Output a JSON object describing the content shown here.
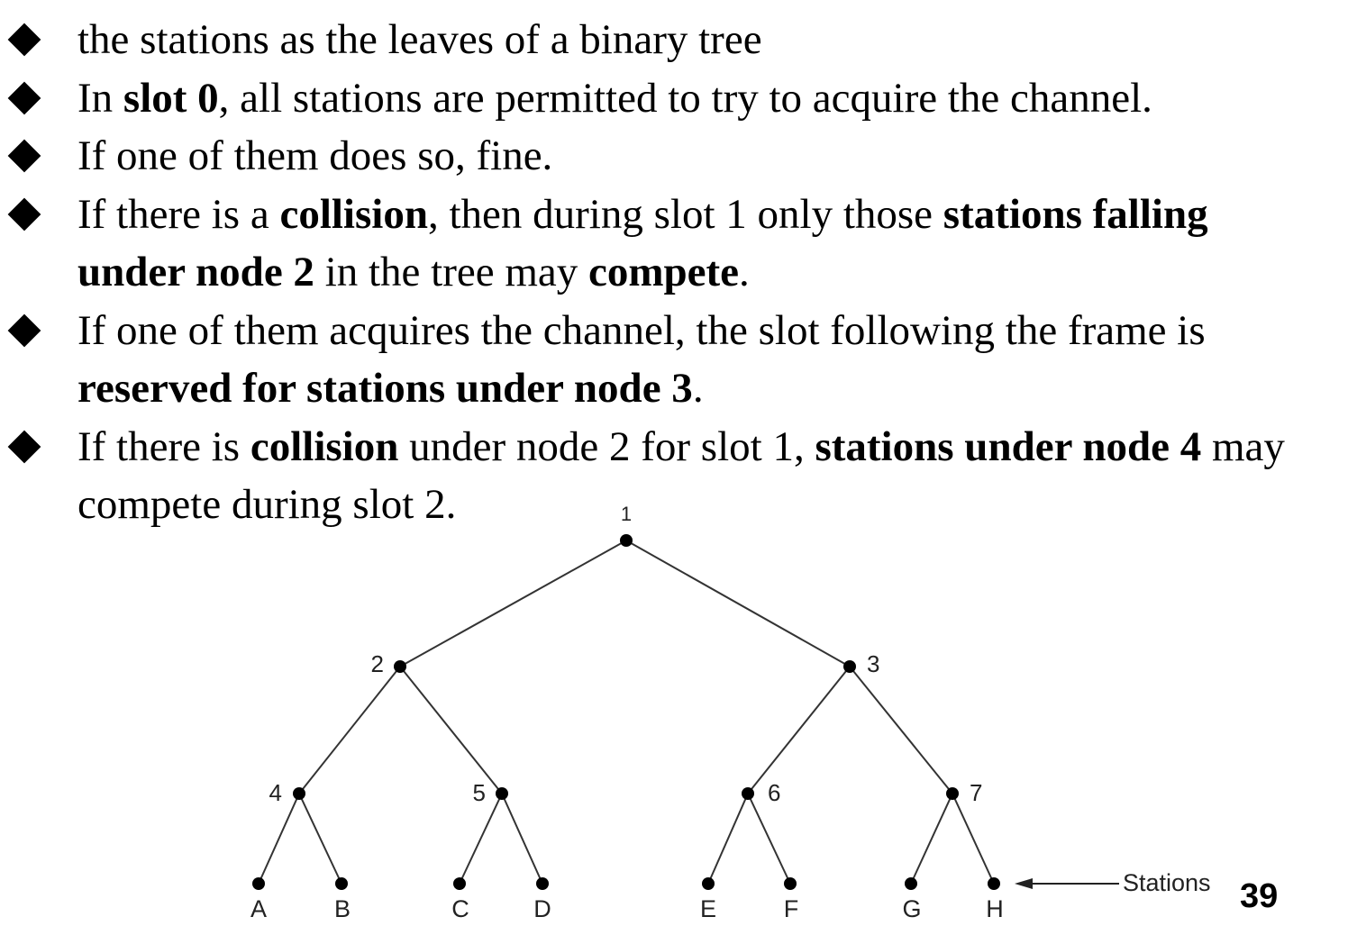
{
  "bullets": [
    {
      "segments": [
        {
          "text": "the stations as the leaves of a binary tree",
          "bold": false
        }
      ]
    },
    {
      "segments": [
        {
          "text": "In ",
          "bold": false
        },
        {
          "text": "slot 0",
          "bold": true
        },
        {
          "text": ", all stations are permitted to try to acquire the channel.",
          "bold": false
        }
      ]
    },
    {
      "segments": [
        {
          "text": "If one of them does so, fine.",
          "bold": false
        }
      ]
    },
    {
      "segments": [
        {
          "text": "If there is a ",
          "bold": false
        },
        {
          "text": "collision",
          "bold": true
        },
        {
          "text": ", then during slot 1 only those ",
          "bold": false
        },
        {
          "text": "stations falling under node 2",
          "bold": true
        },
        {
          "text": " in the tree may ",
          "bold": false
        },
        {
          "text": "compete",
          "bold": true
        },
        {
          "text": ".",
          "bold": false
        }
      ]
    },
    {
      "segments": [
        {
          "text": "If one of them acquires the channel, the slot following the frame is ",
          "bold": false
        },
        {
          "text": "reserved for stations under node 3",
          "bold": true
        },
        {
          "text": ".",
          "bold": false
        }
      ]
    },
    {
      "segments": [
        {
          "text": "If there is ",
          "bold": false
        },
        {
          "text": "collision",
          "bold": true
        },
        {
          "text": " under node 2 for slot 1, ",
          "bold": false
        },
        {
          "text": "stations under node 4",
          "bold": true
        },
        {
          "text": " may compete during slot 2.",
          "bold": false
        }
      ]
    }
  ],
  "tree": {
    "nodes": [
      {
        "id": "1",
        "label": "1"
      },
      {
        "id": "2",
        "label": "2"
      },
      {
        "id": "3",
        "label": "3"
      },
      {
        "id": "4",
        "label": "4"
      },
      {
        "id": "5",
        "label": "5"
      },
      {
        "id": "6",
        "label": "6"
      },
      {
        "id": "7",
        "label": "7"
      },
      {
        "id": "A",
        "label": "A"
      },
      {
        "id": "B",
        "label": "B"
      },
      {
        "id": "C",
        "label": "C"
      },
      {
        "id": "D",
        "label": "D"
      },
      {
        "id": "E",
        "label": "E"
      },
      {
        "id": "F",
        "label": "F"
      },
      {
        "id": "G",
        "label": "G"
      },
      {
        "id": "H",
        "label": "H"
      }
    ],
    "edges": [
      [
        "1",
        "2"
      ],
      [
        "1",
        "3"
      ],
      [
        "2",
        "4"
      ],
      [
        "2",
        "5"
      ],
      [
        "3",
        "6"
      ],
      [
        "3",
        "7"
      ],
      [
        "4",
        "A"
      ],
      [
        "4",
        "B"
      ],
      [
        "5",
        "C"
      ],
      [
        "5",
        "D"
      ],
      [
        "6",
        "E"
      ],
      [
        "6",
        "F"
      ],
      [
        "7",
        "G"
      ],
      [
        "7",
        "H"
      ]
    ],
    "stations_label": "Stations"
  },
  "page_number": "39"
}
